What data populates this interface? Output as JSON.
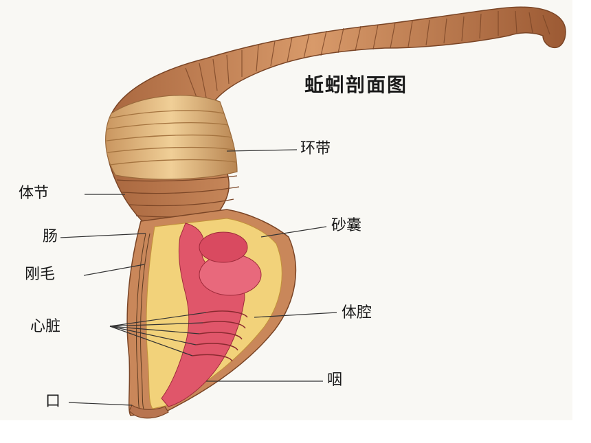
{
  "title": "蚯蚓剖面图",
  "labels": {
    "clitellum": "环带",
    "segment": "体节",
    "intestine": "肠",
    "gizzard": "砂囊",
    "setae": "刚毛",
    "coelom": "体腔",
    "hearts": "心脏",
    "pharynx": "咽",
    "mouth": "口"
  },
  "colors": {
    "background": "#f9f8f4",
    "body": "#c9875a",
    "clitellum": "#e3b77c",
    "gut": "#e0566a",
    "coelom": "#f2d27a",
    "line": "#333333"
  }
}
